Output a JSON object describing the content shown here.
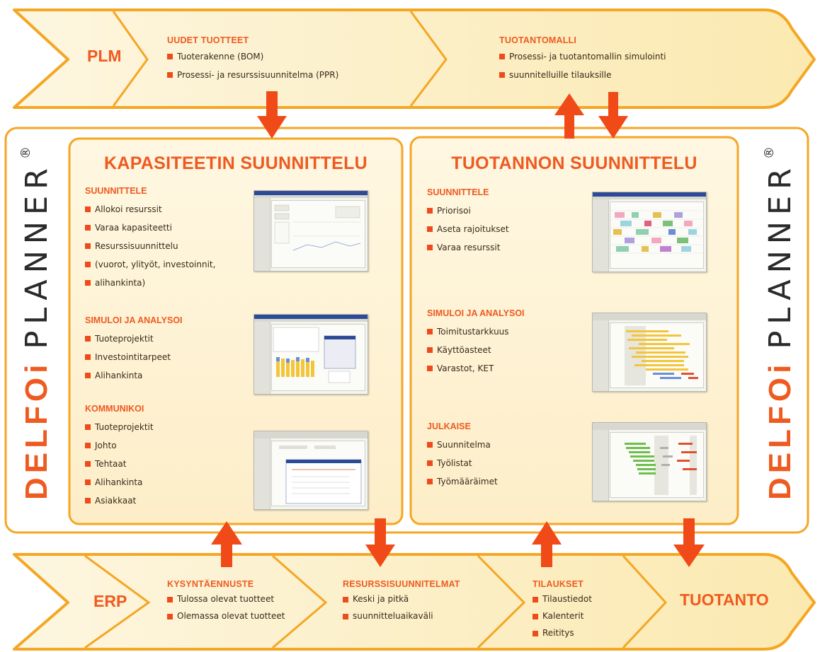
{
  "colors": {
    "accent": "#ee5a20",
    "arrow": "#f04a18",
    "panel_fill": "#fff4d6",
    "band_fill": "#fdf0c8",
    "stroke": "#f5a623"
  },
  "top_band": {
    "label": "PLM",
    "phases": [
      {
        "title": "UUDET TUOTTEET",
        "items": [
          "Tuoterakenne (BOM)",
          "Prosessi- ja resurssisuunnitelma (PPR)"
        ]
      },
      {
        "title": "TUOTANTOMALLI",
        "items": [
          "Prosessi- ja tuotantomallin simulointi",
          "suunnitelluille tilauksille"
        ]
      }
    ]
  },
  "brand": {
    "delfoi": "DELFOi",
    "planner": "PLANNER",
    "reg": "®"
  },
  "left_panel": {
    "title": "KAPASITEETIN SUUNNITTELU",
    "sections": [
      {
        "title": "SUUNNITTELE",
        "items": [
          "Allokoi resurssit",
          "Varaa kapasiteetti",
          "Resurssisuunnittelu",
          "(vuorot, ylityöt, investoinnit,",
          "alihankinta)"
        ]
      },
      {
        "title": "SIMULOI JA ANALYSOI",
        "items": [
          "Tuoteprojektit",
          "Investointitarpeet",
          "Alihankinta"
        ]
      },
      {
        "title": "KOMMUNIKOI",
        "items": [
          "Tuoteprojektit",
          "Johto",
          "Tehtaat",
          "Alihankinta",
          "Asiakkaat"
        ]
      }
    ]
  },
  "right_panel": {
    "title": "TUOTANNON SUUNNITTELU",
    "sections": [
      {
        "title": "SUUNNITTELE",
        "items": [
          "Priorisoi",
          "Aseta rajoitukset",
          "Varaa resurssit"
        ]
      },
      {
        "title": "SIMULOI JA ANALYSOI",
        "items": [
          "Toimitustarkkuus",
          "Käyttöasteet",
          "Varastot, KET"
        ]
      },
      {
        "title": "JULKAISE",
        "items": [
          "Suunnitelma",
          "Työlistat",
          "Työmääräimet"
        ]
      }
    ]
  },
  "bottom_band": {
    "label_left": "ERP",
    "label_right": "TUOTANTO",
    "phases": [
      {
        "title": "KYSYNTÄENNUSTE",
        "items": [
          "Tulossa olevat tuotteet",
          "Olemassa olevat tuotteet"
        ]
      },
      {
        "title": "RESURSSISUUNNITELMAT",
        "items": [
          "Keski ja pitkä",
          "suunnitteluaikaväli"
        ]
      },
      {
        "title": "TILAUKSET",
        "items": [
          "Tilaustiedot",
          "Kalenterit",
          "Reititys"
        ]
      }
    ]
  }
}
